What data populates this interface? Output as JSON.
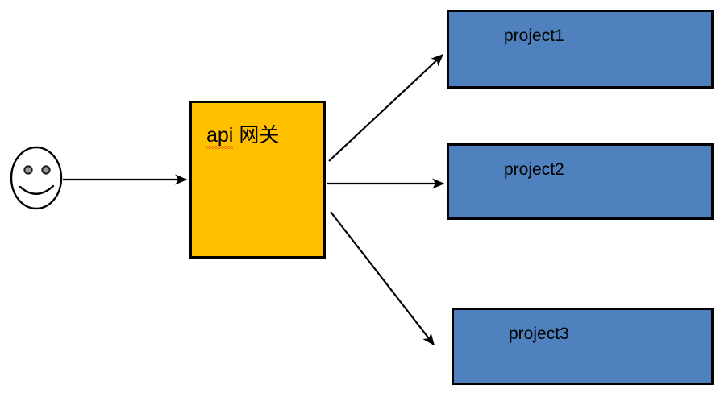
{
  "diagram": {
    "title": "api gateway routing diagram",
    "background_color": "#ffffff",
    "actor": {
      "icon": "smiley-face-icon",
      "stroke_color": "#000000",
      "eye_fill_color": "#9a9a9a"
    },
    "gateway": {
      "label_prefix": "api",
      "label_suffix": "网关",
      "full_label": "api 网关",
      "fill_color": "#FFC000",
      "border_color": "#000000",
      "spellcheck_underline_color": "#E02020"
    },
    "projects": [
      {
        "label": "project1",
        "fill_color": "#4E81BD",
        "border_color": "#000000"
      },
      {
        "label": "project2",
        "fill_color": "#4E81BD",
        "border_color": "#000000"
      },
      {
        "label": "project3",
        "fill_color": "#4E81BD",
        "border_color": "#000000"
      }
    ],
    "connectors": [
      {
        "name": "actor-to-gateway",
        "from": "smiley-face",
        "to": "api-gateway",
        "style": "straight-arrow"
      },
      {
        "name": "gateway-to-project1",
        "from": "api-gateway",
        "to": "project1",
        "style": "diagonal-up-arrow"
      },
      {
        "name": "gateway-to-project2",
        "from": "api-gateway",
        "to": "project2",
        "style": "straight-arrow"
      },
      {
        "name": "gateway-to-project3",
        "from": "api-gateway",
        "to": "project3",
        "style": "diagonal-down-arrow"
      }
    ]
  }
}
